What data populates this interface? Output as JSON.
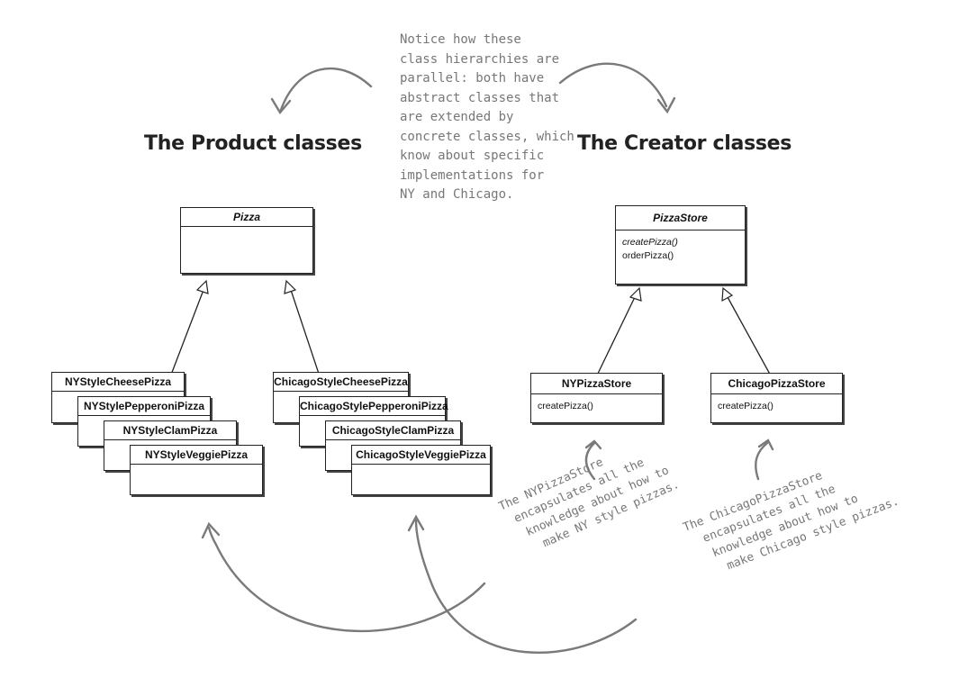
{
  "headings": {
    "product": "The Product classes",
    "creator": "The Creator classes"
  },
  "notes": {
    "parallel": [
      "Notice how these",
      "class hierarchies are",
      "parallel: both have",
      "abstract classes that",
      "are extended by",
      "concrete classes, which",
      "know about specific",
      "implementations for",
      "NY and Chicago."
    ],
    "ny_store": [
      "The NYPizzaStore",
      "encapsulates all the",
      "knowledge about how to",
      "make NY style pizzas."
    ],
    "chicago_store": [
      "The ChicagoPizzaStore",
      "encapsulates all the",
      "knowledge about how to",
      "make Chicago style pizzas."
    ]
  },
  "classes": {
    "pizza": {
      "name": "Pizza"
    },
    "pizza_store": {
      "name": "PizzaStore",
      "methods": [
        "createPizza()",
        "orderPizza()"
      ]
    },
    "ny_pizza_store": {
      "name": "NYPizzaStore",
      "methods": [
        "createPizza()"
      ]
    },
    "chicago_pizza_store": {
      "name": "ChicagoPizzaStore",
      "methods": [
        "createPizza()"
      ]
    },
    "ny_cheese": {
      "name": "NYStyleCheesePizza"
    },
    "ny_pepperoni": {
      "name": "NYStylePepperoniPizza"
    },
    "ny_clam": {
      "name": "NYStyleClamPizza"
    },
    "ny_veggie": {
      "name": "NYStyleVeggiePizza"
    },
    "chicago_cheese": {
      "name": "ChicagoStyleCheesePizza"
    },
    "chicago_pepperoni": {
      "name": "ChicagoStylePepperoniPizza"
    },
    "chicago_clam": {
      "name": "ChicagoStyleClamPizza"
    },
    "chicago_veggie": {
      "name": "ChicagoStyleVeggiePizza"
    }
  }
}
